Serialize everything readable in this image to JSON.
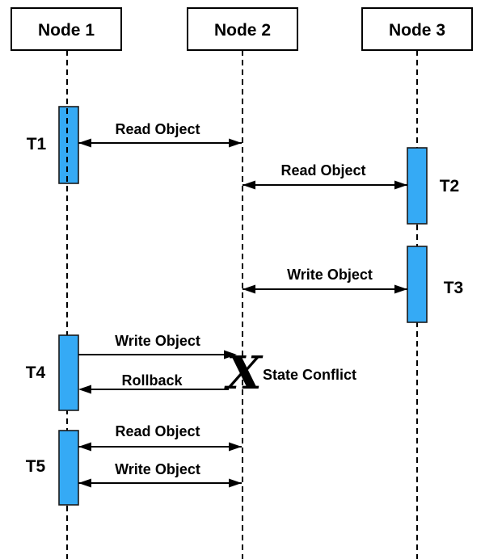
{
  "nodes": [
    {
      "label": "Node 1"
    },
    {
      "label": "Node 2"
    },
    {
      "label": "Node 3"
    }
  ],
  "transactions": [
    {
      "label": "T1"
    },
    {
      "label": "T2"
    },
    {
      "label": "T3"
    },
    {
      "label": "T4"
    },
    {
      "label": "T5"
    }
  ],
  "messages": [
    {
      "label": "Read Object",
      "transaction": "T1",
      "from": "Node 1",
      "to": "Node 2",
      "direction": "both"
    },
    {
      "label": "Read Object",
      "transaction": "T2",
      "from": "Node 2",
      "to": "Node 3",
      "direction": "both"
    },
    {
      "label": "Write Object",
      "transaction": "T3",
      "from": "Node 2",
      "to": "Node 3",
      "direction": "both"
    },
    {
      "label": "Write Object",
      "transaction": "T4",
      "from": "Node 1",
      "to": "Node 2",
      "direction": "right"
    },
    {
      "label": "Rollback",
      "transaction": "T4",
      "from": "Node 2",
      "to": "Node 1",
      "direction": "left"
    },
    {
      "label": "Read Object",
      "transaction": "T5",
      "from": "Node 1",
      "to": "Node 2",
      "direction": "both"
    },
    {
      "label": "Write Object",
      "transaction": "T5",
      "from": "Node 1",
      "to": "Node 2",
      "direction": "both"
    }
  ],
  "conflict": {
    "marker": "X",
    "label": "State Conflict"
  },
  "colors": {
    "activation_fill": "#35aaf5",
    "conflict_red": "#ef1d2d",
    "line": "#000000",
    "background": "#ffffff"
  }
}
